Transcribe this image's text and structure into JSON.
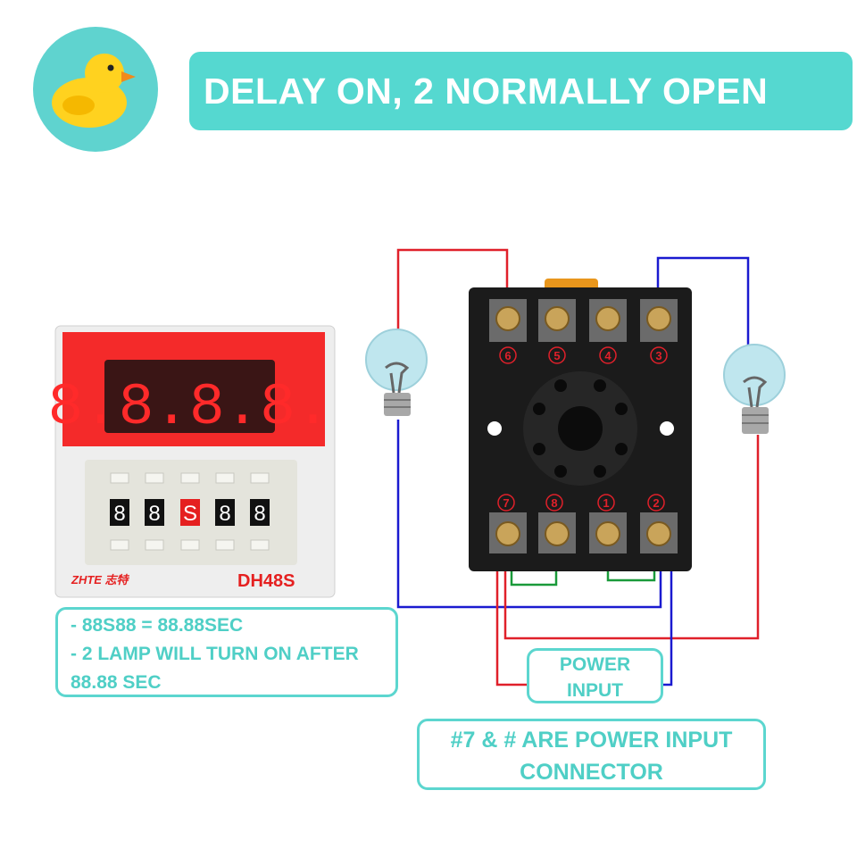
{
  "header": {
    "title": "DELAY ON, 2 NORMALLY OPEN",
    "logo": "duck-icon"
  },
  "timer": {
    "display": "8.8.8.8.",
    "dials": [
      "8",
      "8",
      "S",
      "8",
      "8"
    ],
    "brand": "ZHTE 志特",
    "model": "DH48S"
  },
  "notes": {
    "line1": "- 88S88 = 88.88SEC",
    "line2": "- 2 LAMP WILL TURN ON AFTER",
    "line3": "88.88 SEC"
  },
  "socket": {
    "top_terminals": [
      "6",
      "5",
      "4",
      "3"
    ],
    "bottom_terminals": [
      "7",
      "8",
      "1",
      "2"
    ]
  },
  "power_label": {
    "line1": "POWER",
    "line2": "INPUT"
  },
  "info": {
    "line1": "#7 & # ARE POWER INPUT",
    "line2": "CONNECTOR"
  },
  "colors": {
    "accent": "#55d8d0",
    "wire_red": "#e0202a",
    "wire_blue": "#1a1ad0",
    "wire_green": "#1a9a3a"
  }
}
